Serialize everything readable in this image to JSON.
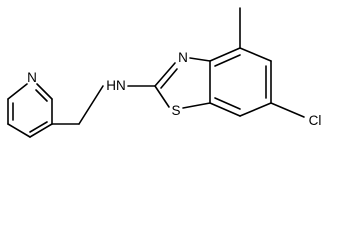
{
  "molecule": {
    "atom_labels": {
      "pyridine_n": "N",
      "amine_nh": "HN",
      "thiazole_n": "N",
      "thiazole_s": "S",
      "chloro": "Cl"
    },
    "substituents": [
      "methyl",
      "chloro"
    ],
    "rings": [
      "pyridine",
      "benzothiazole"
    ],
    "colors": {
      "bond": "#000000",
      "label": "#000000",
      "background": "#ffffff"
    }
  }
}
